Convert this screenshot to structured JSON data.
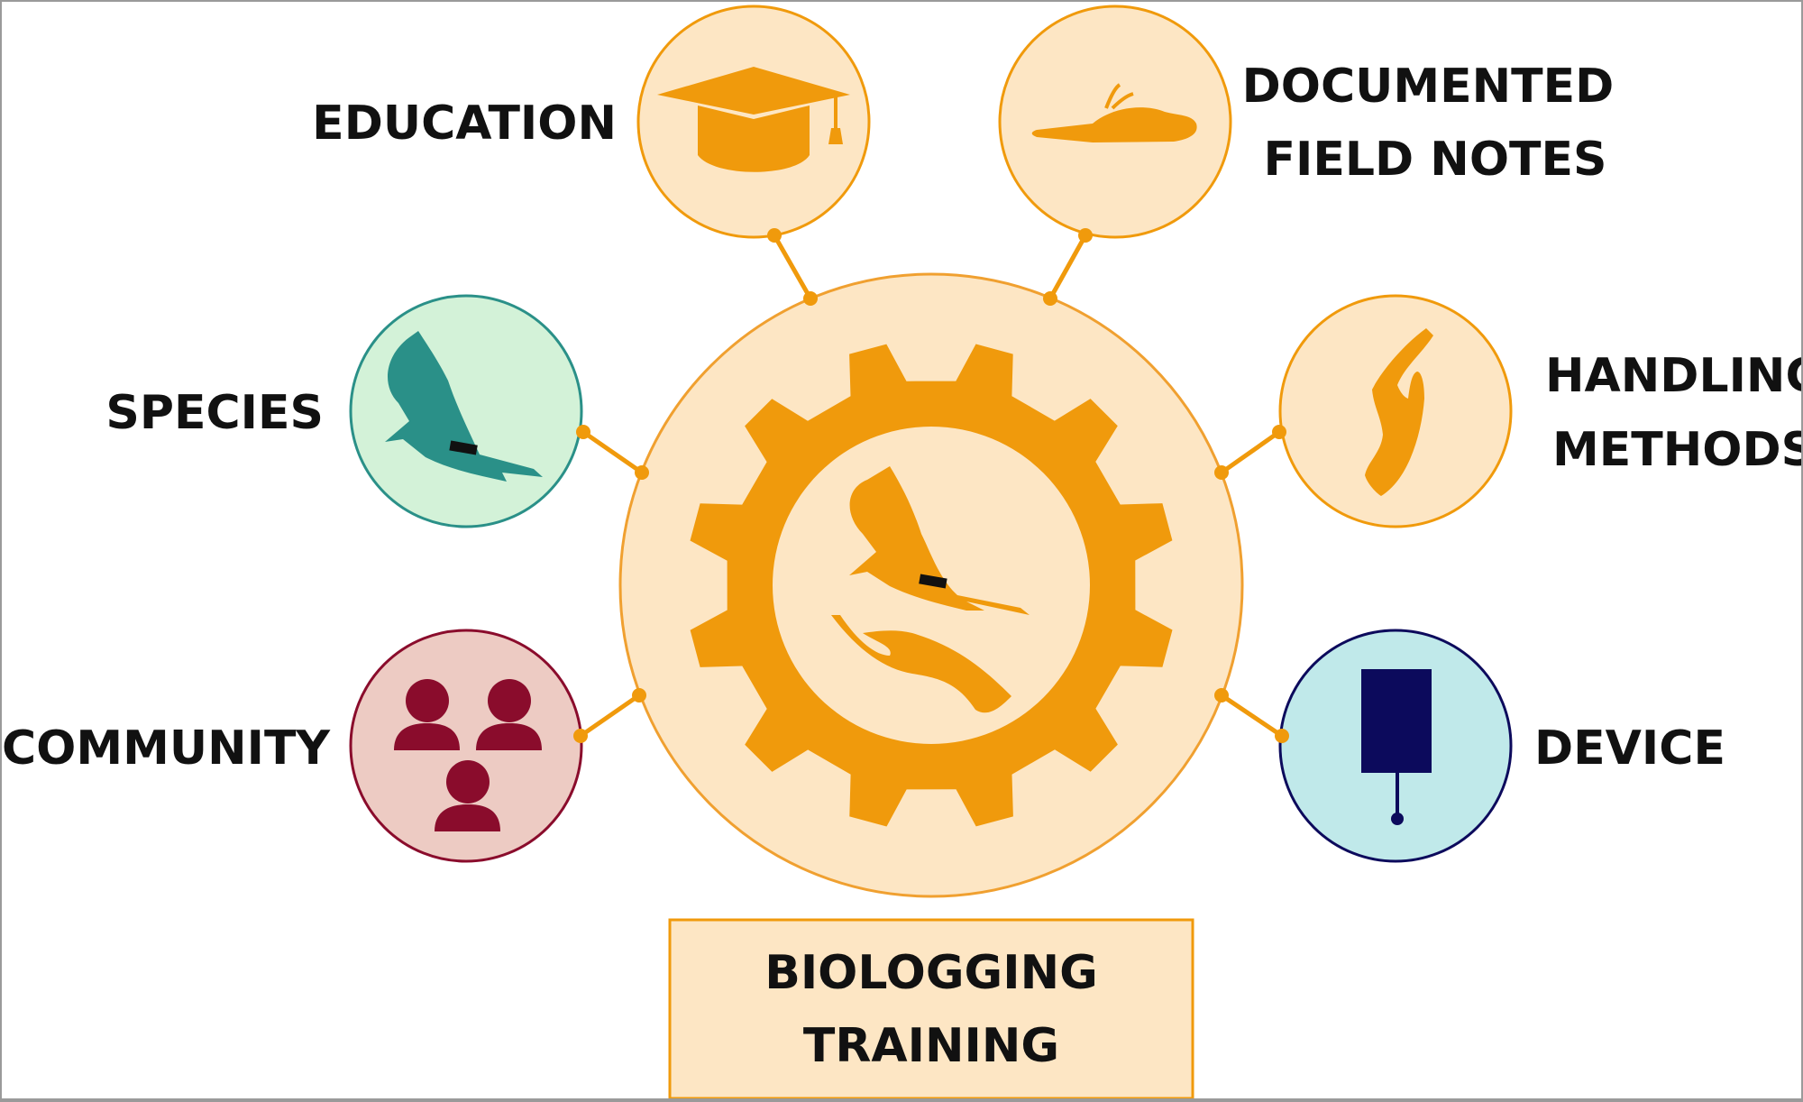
{
  "title": [
    "BIOLOGGING",
    "TRAINING"
  ],
  "nodes": {
    "education": {
      "label": [
        "EDUCATION"
      ],
      "icon": "graduation-cap-icon"
    },
    "field_notes": {
      "label": [
        "DOCUMENTED",
        "FIELD NOTES"
      ],
      "icon": "dead-bird-icon"
    },
    "species": {
      "label": [
        "SPECIES"
      ],
      "icon": "tagged-bird-icon"
    },
    "handling": {
      "label": [
        "HANDLING",
        "METHODS"
      ],
      "icon": "hand-icon"
    },
    "community": {
      "label": [
        "COMMUNITY"
      ],
      "icon": "people-icon"
    },
    "device": {
      "label": [
        "DEVICE"
      ],
      "icon": "tag-device-icon"
    }
  },
  "colors": {
    "orange": "#f09a0c",
    "peach": "#fde6c4",
    "species_fill": "#d3f2d8",
    "species_stroke": "#2a9088",
    "community_fill": "#edcbc3",
    "community_stroke": "#8a0c2c",
    "device_fill": "#c0e9ea",
    "device_stroke": "#0c0a5c"
  }
}
